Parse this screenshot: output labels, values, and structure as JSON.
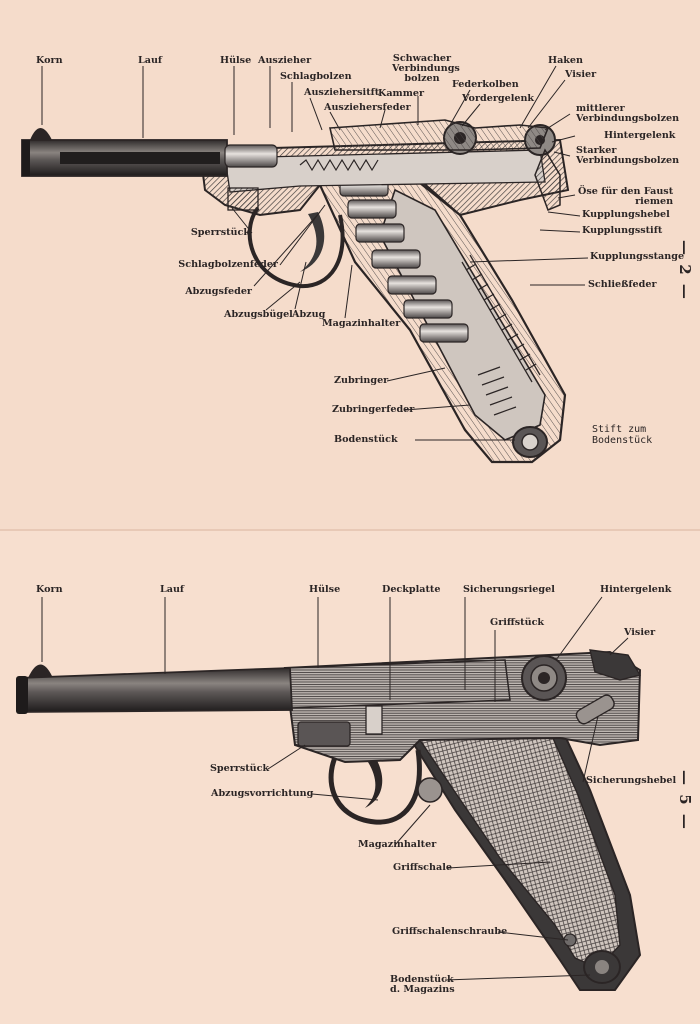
{
  "top": {
    "labels": {
      "korn": "Korn",
      "lauf": "Lauf",
      "huelse": "Hülse",
      "auszieher": "Auszieher",
      "schlagbolzen": "Schlagbolzen",
      "ausziehersstift": "Ausziehersitft",
      "ausziehersfeder": "Ausziehersfeder",
      "kammer": "Kammer",
      "schwacher_1": "Schwacher",
      "schwacher_2": "Verbindungs",
      "schwacher_3": "bolzen",
      "federkolben": "Federkolben",
      "vordergelenk": "Vordergelenk",
      "haken": "Haken",
      "visier": "Visier",
      "mittlerer_1": "mittlerer",
      "mittlerer_2": "Verbindungsbolzen",
      "hintergelenk": "Hintergelenk",
      "starker_1": "Starker",
      "starker_2": "Verbindungsbolzen",
      "oese_1": "Öse für den Faust",
      "oese_2": "riemen",
      "kupplungshebel": "Kupplungshebel",
      "kupplungsstift": "Kupplungsstift",
      "kupplungsstange": "Kupplungsstange",
      "schliessfeder": "Schließfeder",
      "sperrstueck": "Sperrstück",
      "schlagbolzenfeder": "Schlagbolzenfeder",
      "abzugsfeder": "Abzugsfeder",
      "abzugsbuegel": "Abzugsbügel",
      "abzug": "Abzug",
      "magazinhalter": "Magazinhalter",
      "zubringer": "Zubringer",
      "zubringerfeder": "Zubringerfeder",
      "bodenstueck": "Bodenstück",
      "stift_1": "Stift zum",
      "stift_2": "Bodenstück"
    },
    "page_number": "— 2 —"
  },
  "bottom": {
    "labels": {
      "korn": "Korn",
      "lauf": "Lauf",
      "huelse": "Hülse",
      "deckplatte": "Deckplatte",
      "sicherungsriegel": "Sicherungsriegel",
      "griffstueck": "Griffstück",
      "hintergelenk": "Hintergelenk",
      "visier": "Visier",
      "sperrstueck": "Sperrstück",
      "abzugsvorrichtung": "Abzugsvorrichtung",
      "sicherungshebel": "Sicherungshebel",
      "magazinhalter": "Magazinhalter",
      "griffschale": "Griffschale",
      "griffschalenschraube": "Griffschalenschraube",
      "bodenstueck_1": "Bodenstück",
      "bodenstueck_2": "d. Magazins"
    },
    "page_number": "— 5 —"
  },
  "colors": {
    "paper": "#f5dccb",
    "ink": "#2b2525",
    "steel_dark": "#3b3838",
    "steel_mid": "#6f6b6a",
    "steel_light": "#b7b1ad"
  }
}
